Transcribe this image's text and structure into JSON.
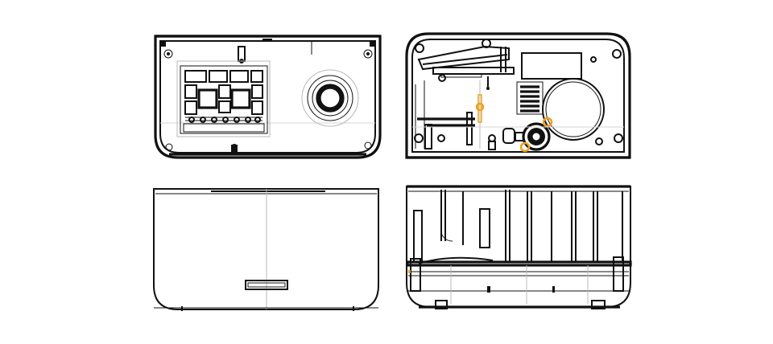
{
  "colors": {
    "line": "#111111",
    "guide": "#b8b8b8",
    "highlight": "#f0a020",
    "background": "#ffffff"
  },
  "views": [
    {
      "id": "top-left",
      "kind": "housing interior view with keypad and circular port"
    },
    {
      "id": "top-right",
      "kind": "housing interior view with fan, motor and highlighted screws"
    },
    {
      "id": "bottom-left",
      "kind": "exterior cover view with slot"
    },
    {
      "id": "bottom-right",
      "kind": "side interior view with ribs"
    }
  ],
  "icons": {
    "screw": "screw-highlight-icon",
    "fan": "fan-icon"
  }
}
